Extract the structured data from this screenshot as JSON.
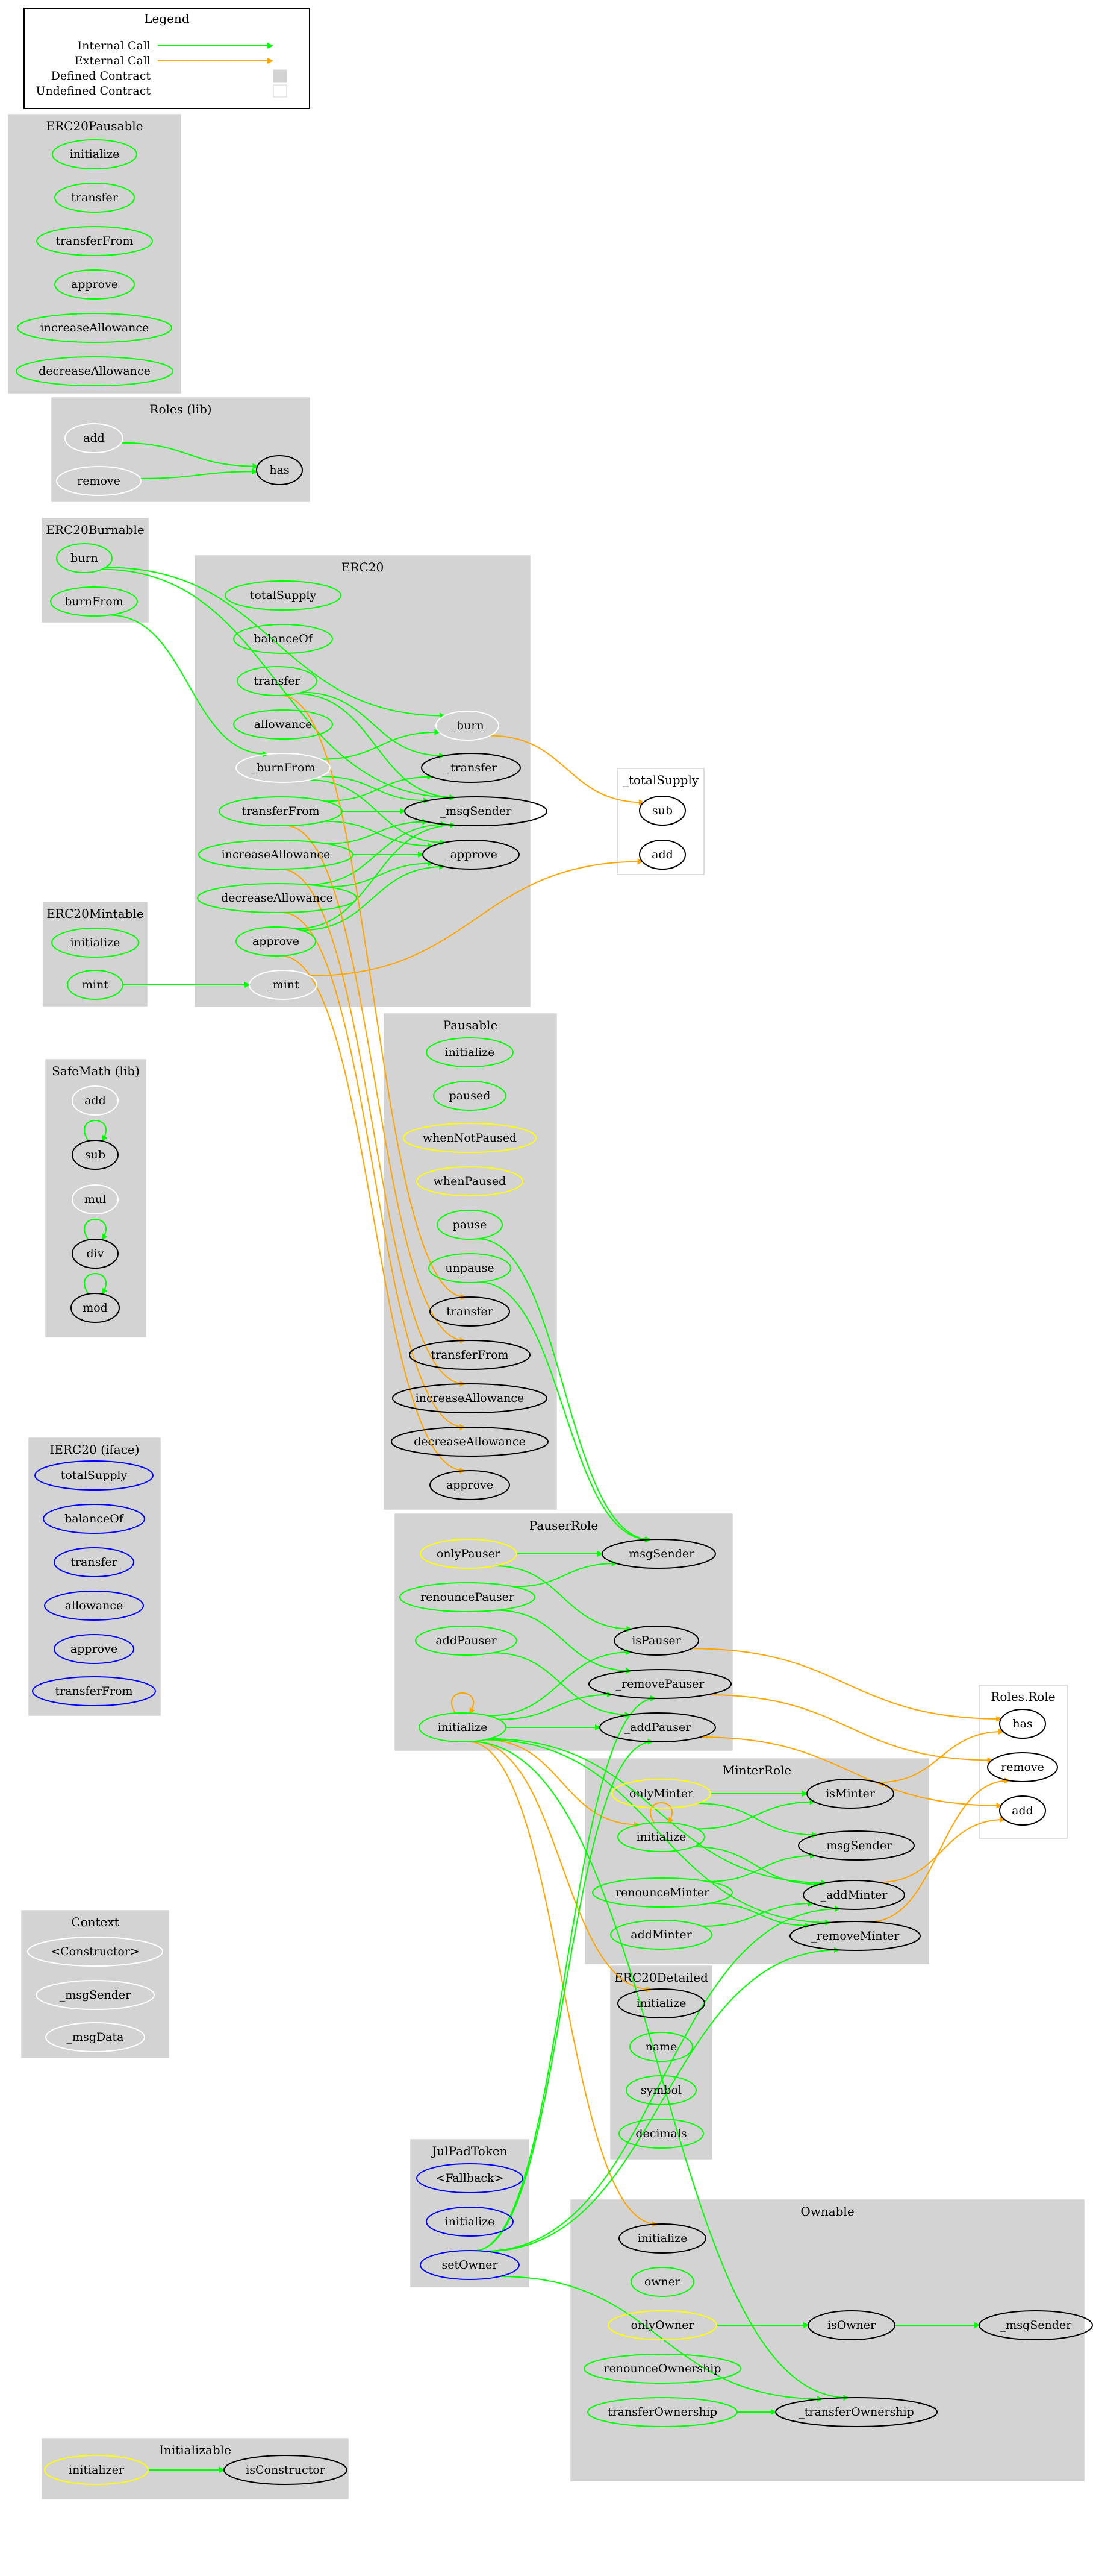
{
  "legend": {
    "title": "Legend",
    "items": [
      {
        "kind": "edge",
        "label": "Internal Call",
        "color": "#00ff00"
      },
      {
        "kind": "edge",
        "label": "External Call",
        "color": "#ffa500"
      },
      {
        "kind": "box",
        "label": "Defined Contract",
        "color": "#d3d3d3"
      },
      {
        "kind": "box",
        "label": "Undefined Contract",
        "color": "#ffffff"
      }
    ]
  },
  "colors": {
    "cluster_defined": "#d3d3d3",
    "cluster_undefined": "#ffffff",
    "node_public": "#00ff00",
    "node_modifier": "#ffff00",
    "node_internal": "#ffffff",
    "node_interface": "#0000ff",
    "node_external_ref": "#000000",
    "edge_internal": "#00ff00",
    "edge_external": "#ffa500"
  },
  "clusters": {
    "ERC20Pausable": {
      "title": "ERC20Pausable",
      "defined": true,
      "nodes": {
        "initialize": {
          "label": "initialize",
          "type": "public"
        },
        "transfer": {
          "label": "transfer",
          "type": "public"
        },
        "transferFrom": {
          "label": "transferFrom",
          "type": "public"
        },
        "approve": {
          "label": "approve",
          "type": "public"
        },
        "increaseAllowance": {
          "label": "increaseAllowance",
          "type": "public"
        },
        "decreaseAllowance": {
          "label": "decreaseAllowance",
          "type": "public"
        }
      }
    },
    "Roles": {
      "title": "Roles  (lib)",
      "defined": true,
      "nodes": {
        "add": {
          "label": "add",
          "type": "internal"
        },
        "remove": {
          "label": "remove",
          "type": "internal"
        },
        "has": {
          "label": "has",
          "type": "external_ref"
        }
      }
    },
    "ERC20Burnable": {
      "title": "ERC20Burnable",
      "defined": true,
      "nodes": {
        "burn": {
          "label": "burn",
          "type": "public"
        },
        "burnFrom": {
          "label": "burnFrom",
          "type": "public"
        }
      }
    },
    "ERC20": {
      "title": "ERC20",
      "defined": true,
      "nodes": {
        "totalSupply": {
          "label": "totalSupply",
          "type": "public"
        },
        "balanceOf": {
          "label": "balanceOf",
          "type": "public"
        },
        "transfer": {
          "label": "transfer",
          "type": "public"
        },
        "allowance": {
          "label": "allowance",
          "type": "public"
        },
        "_burn": {
          "label": "_burn",
          "type": "internal"
        },
        "_transfer": {
          "label": "_transfer",
          "type": "external_ref"
        },
        "_burnFrom": {
          "label": "_burnFrom",
          "type": "internal"
        },
        "transferFrom": {
          "label": "transferFrom",
          "type": "public"
        },
        "_msgSender": {
          "label": "_msgSender",
          "type": "external_ref"
        },
        "increaseAllowance": {
          "label": "increaseAllowance",
          "type": "public"
        },
        "_approve": {
          "label": "_approve",
          "type": "external_ref"
        },
        "decreaseAllowance": {
          "label": "decreaseAllowance",
          "type": "public"
        },
        "approve": {
          "label": "approve",
          "type": "public"
        },
        "_mint": {
          "label": "_mint",
          "type": "internal"
        }
      }
    },
    "_totalSupply": {
      "title": "_totalSupply",
      "defined": false,
      "nodes": {
        "sub": {
          "label": "sub",
          "type": "external_ref"
        },
        "add": {
          "label": "add",
          "type": "external_ref"
        }
      }
    },
    "ERC20Mintable": {
      "title": "ERC20Mintable",
      "defined": true,
      "nodes": {
        "initialize": {
          "label": "initialize",
          "type": "public"
        },
        "mint": {
          "label": "mint",
          "type": "public"
        }
      }
    },
    "Pausable": {
      "title": "Pausable",
      "defined": true,
      "nodes": {
        "initialize": {
          "label": "initialize",
          "type": "public"
        },
        "paused": {
          "label": "paused",
          "type": "public"
        },
        "whenNotPaused": {
          "label": "whenNotPaused",
          "type": "modifier"
        },
        "whenPaused": {
          "label": "whenPaused",
          "type": "modifier"
        },
        "pause": {
          "label": "pause",
          "type": "public"
        },
        "unpause": {
          "label": "unpause",
          "type": "public"
        },
        "transfer": {
          "label": "transfer",
          "type": "external_ref"
        },
        "transferFrom": {
          "label": "transferFrom",
          "type": "external_ref"
        },
        "increaseAllowance": {
          "label": "increaseAllowance",
          "type": "external_ref"
        },
        "decreaseAllowance": {
          "label": "decreaseAllowance",
          "type": "external_ref"
        },
        "approve": {
          "label": "approve",
          "type": "external_ref"
        }
      }
    },
    "SafeMath": {
      "title": "SafeMath  (lib)",
      "defined": true,
      "nodes": {
        "add": {
          "label": "add",
          "type": "internal"
        },
        "sub": {
          "label": "sub",
          "type": "external_ref"
        },
        "mul": {
          "label": "mul",
          "type": "internal"
        },
        "div": {
          "label": "div",
          "type": "external_ref"
        },
        "mod": {
          "label": "mod",
          "type": "external_ref"
        }
      }
    },
    "IERC20": {
      "title": "IERC20  (iface)",
      "defined": true,
      "nodes": {
        "totalSupply": {
          "label": "totalSupply",
          "type": "interface"
        },
        "balanceOf": {
          "label": "balanceOf",
          "type": "interface"
        },
        "transfer": {
          "label": "transfer",
          "type": "interface"
        },
        "allowance": {
          "label": "allowance",
          "type": "interface"
        },
        "approve": {
          "label": "approve",
          "type": "interface"
        },
        "transferFrom": {
          "label": "transferFrom",
          "type": "interface"
        }
      }
    },
    "PauserRole": {
      "title": "PauserRole",
      "defined": true,
      "nodes": {
        "onlyPauser": {
          "label": "onlyPauser",
          "type": "modifier"
        },
        "_msgSender": {
          "label": "_msgSender",
          "type": "external_ref"
        },
        "renouncePauser": {
          "label": "renouncePauser",
          "type": "public"
        },
        "isPauser": {
          "label": "isPauser",
          "type": "external_ref"
        },
        "addPauser": {
          "label": "addPauser",
          "type": "public"
        },
        "_removePauser": {
          "label": "_removePauser",
          "type": "external_ref"
        },
        "initialize": {
          "label": "initialize",
          "type": "public"
        },
        "_addPauser": {
          "label": "_addPauser",
          "type": "external_ref"
        }
      }
    },
    "RolesRole": {
      "title": "Roles.Role",
      "defined": false,
      "nodes": {
        "has": {
          "label": "has",
          "type": "external_ref"
        },
        "remove": {
          "label": "remove",
          "type": "external_ref"
        },
        "add": {
          "label": "add",
          "type": "external_ref"
        }
      }
    },
    "MinterRole": {
      "title": "MinterRole",
      "defined": true,
      "nodes": {
        "onlyMinter": {
          "label": "onlyMinter",
          "type": "modifier"
        },
        "isMinter": {
          "label": "isMinter",
          "type": "external_ref"
        },
        "initialize": {
          "label": "initialize",
          "type": "public"
        },
        "_msgSender": {
          "label": "_msgSender",
          "type": "external_ref"
        },
        "renounceMinter": {
          "label": "renounceMinter",
          "type": "public"
        },
        "_addMinter": {
          "label": "_addMinter",
          "type": "external_ref"
        },
        "addMinter": {
          "label": "addMinter",
          "type": "public"
        },
        "_removeMinter": {
          "label": "_removeMinter",
          "type": "external_ref"
        }
      }
    },
    "Context": {
      "title": "Context",
      "defined": true,
      "nodes": {
        "constructor": {
          "label": "<Constructor>",
          "type": "internal"
        },
        "_msgSender": {
          "label": "_msgSender",
          "type": "internal"
        },
        "_msgData": {
          "label": "_msgData",
          "type": "internal"
        }
      }
    },
    "ERC20Detailed": {
      "title": "ERC20Detailed",
      "defined": true,
      "nodes": {
        "initialize": {
          "label": "initialize",
          "type": "external_ref"
        },
        "name": {
          "label": "name",
          "type": "public"
        },
        "symbol": {
          "label": "symbol",
          "type": "public"
        },
        "decimals": {
          "label": "decimals",
          "type": "public"
        }
      }
    },
    "JulPadToken": {
      "title": "JulPadToken",
      "defined": true,
      "nodes": {
        "fallback": {
          "label": "<Fallback>",
          "type": "interface"
        },
        "initialize": {
          "label": "initialize",
          "type": "interface"
        },
        "setOwner": {
          "label": "setOwner",
          "type": "interface"
        }
      }
    },
    "Ownable": {
      "title": "Ownable",
      "defined": true,
      "nodes": {
        "initialize": {
          "label": "initialize",
          "type": "external_ref"
        },
        "owner": {
          "label": "owner",
          "type": "public"
        },
        "onlyOwner": {
          "label": "onlyOwner",
          "type": "modifier"
        },
        "isOwner": {
          "label": "isOwner",
          "type": "external_ref"
        },
        "_msgSender": {
          "label": "_msgSender",
          "type": "external_ref"
        },
        "renounceOwnership": {
          "label": "renounceOwnership",
          "type": "public"
        },
        "transferOwnership": {
          "label": "transferOwnership",
          "type": "public"
        },
        "_transferOwnership": {
          "label": "_transferOwnership",
          "type": "external_ref"
        }
      }
    },
    "Initializable": {
      "title": "Initializable",
      "defined": true,
      "nodes": {
        "initializer": {
          "label": "initializer",
          "type": "modifier"
        },
        "isConstructor": {
          "label": "isConstructor",
          "type": "external_ref"
        }
      }
    }
  },
  "edges": [
    {
      "from": "Roles.add",
      "to": "Roles.has",
      "kind": "internal"
    },
    {
      "from": "Roles.remove",
      "to": "Roles.has",
      "kind": "internal"
    },
    {
      "from": "ERC20Burnable.burn",
      "to": "ERC20._burn",
      "kind": "internal"
    },
    {
      "from": "ERC20Burnable.burn",
      "to": "ERC20._msgSender",
      "kind": "internal"
    },
    {
      "from": "ERC20Burnable.burnFrom",
      "to": "ERC20._burnFrom",
      "kind": "internal"
    },
    {
      "from": "ERC20.transfer",
      "to": "ERC20._transfer",
      "kind": "internal"
    },
    {
      "from": "ERC20.transfer",
      "to": "ERC20._msgSender",
      "kind": "internal"
    },
    {
      "from": "ERC20._burnFrom",
      "to": "ERC20._burn",
      "kind": "internal"
    },
    {
      "from": "ERC20._burnFrom",
      "to": "ERC20._approve",
      "kind": "internal"
    },
    {
      "from": "ERC20._burnFrom",
      "to": "ERC20._msgSender",
      "kind": "internal"
    },
    {
      "from": "ERC20.transferFrom",
      "to": "ERC20._transfer",
      "kind": "internal"
    },
    {
      "from": "ERC20.transferFrom",
      "to": "ERC20._approve",
      "kind": "internal"
    },
    {
      "from": "ERC20.transferFrom",
      "to": "ERC20._msgSender",
      "kind": "internal"
    },
    {
      "from": "ERC20.increaseAllowance",
      "to": "ERC20._approve",
      "kind": "internal"
    },
    {
      "from": "ERC20.increaseAllowance",
      "to": "ERC20._msgSender",
      "kind": "internal"
    },
    {
      "from": "ERC20.decreaseAllowance",
      "to": "ERC20._approve",
      "kind": "internal"
    },
    {
      "from": "ERC20.decreaseAllowance",
      "to": "ERC20._msgSender",
      "kind": "internal"
    },
    {
      "from": "ERC20.approve",
      "to": "ERC20._approve",
      "kind": "internal"
    },
    {
      "from": "ERC20.approve",
      "to": "ERC20._msgSender",
      "kind": "internal"
    },
    {
      "from": "ERC20._burn",
      "to": "_totalSupply.sub",
      "kind": "external"
    },
    {
      "from": "ERC20._mint",
      "to": "_totalSupply.add",
      "kind": "external"
    },
    {
      "from": "ERC20Mintable.mint",
      "to": "ERC20._mint",
      "kind": "internal"
    },
    {
      "from": "ERC20.transfer",
      "to": "Pausable.transfer",
      "kind": "external"
    },
    {
      "from": "ERC20.transferFrom",
      "to": "Pausable.transferFrom",
      "kind": "external"
    },
    {
      "from": "ERC20.increaseAllowance",
      "to": "Pausable.increaseAllowance",
      "kind": "external"
    },
    {
      "from": "ERC20.decreaseAllowance",
      "to": "Pausable.decreaseAllowance",
      "kind": "external"
    },
    {
      "from": "ERC20.approve",
      "to": "Pausable.approve",
      "kind": "external"
    },
    {
      "from": "Pausable.pause",
      "to": "PauserRole._msgSender",
      "kind": "internal"
    },
    {
      "from": "Pausable.unpause",
      "to": "PauserRole._msgSender",
      "kind": "internal"
    },
    {
      "from": "SafeMath.sub",
      "to": "SafeMath.sub",
      "kind": "internal"
    },
    {
      "from": "SafeMath.div",
      "to": "SafeMath.div",
      "kind": "internal"
    },
    {
      "from": "SafeMath.mod",
      "to": "SafeMath.mod",
      "kind": "internal"
    },
    {
      "from": "PauserRole.onlyPauser",
      "to": "PauserRole._msgSender",
      "kind": "internal"
    },
    {
      "from": "PauserRole.onlyPauser",
      "to": "PauserRole.isPauser",
      "kind": "internal"
    },
    {
      "from": "PauserRole.renouncePauser",
      "to": "PauserRole._msgSender",
      "kind": "internal"
    },
    {
      "from": "PauserRole.renouncePauser",
      "to": "PauserRole._removePauser",
      "kind": "internal"
    },
    {
      "from": "PauserRole.addPauser",
      "to": "PauserRole._addPauser",
      "kind": "internal"
    },
    {
      "from": "PauserRole.initialize",
      "to": "PauserRole.isPauser",
      "kind": "internal"
    },
    {
      "from": "PauserRole.initialize",
      "to": "PauserRole._addPauser",
      "kind": "internal"
    },
    {
      "from": "PauserRole.initialize",
      "to": "PauserRole._removePauser",
      "kind": "internal"
    },
    {
      "from": "PauserRole.initialize",
      "to": "PauserRole.initialize",
      "kind": "external"
    },
    {
      "from": "PauserRole.isPauser",
      "to": "RolesRole.has",
      "kind": "external"
    },
    {
      "from": "PauserRole._removePauser",
      "to": "RolesRole.remove",
      "kind": "external"
    },
    {
      "from": "PauserRole._addPauser",
      "to": "RolesRole.add",
      "kind": "external"
    },
    {
      "from": "PauserRole.initialize",
      "to": "MinterRole.initialize",
      "kind": "external"
    },
    {
      "from": "PauserRole.initialize",
      "to": "ERC20Detailed.initialize",
      "kind": "external"
    },
    {
      "from": "PauserRole.initialize",
      "to": "Ownable.initialize",
      "kind": "external"
    },
    {
      "from": "PauserRole.initialize",
      "to": "MinterRole._addMinter",
      "kind": "internal"
    },
    {
      "from": "PauserRole.initialize",
      "to": "MinterRole._removeMinter",
      "kind": "internal"
    },
    {
      "from": "PauserRole.initialize",
      "to": "Ownable._transferOwnership",
      "kind": "internal"
    },
    {
      "from": "MinterRole.onlyMinter",
      "to": "MinterRole.isMinter",
      "kind": "internal"
    },
    {
      "from": "MinterRole.onlyMinter",
      "to": "MinterRole._msgSender",
      "kind": "internal"
    },
    {
      "from": "MinterRole.initialize",
      "to": "MinterRole.isMinter",
      "kind": "internal"
    },
    {
      "from": "MinterRole.initialize",
      "to": "MinterRole._addMinter",
      "kind": "internal"
    },
    {
      "from": "MinterRole.initialize",
      "to": "MinterRole.initialize",
      "kind": "external"
    },
    {
      "from": "MinterRole.renounceMinter",
      "to": "MinterRole._msgSender",
      "kind": "internal"
    },
    {
      "from": "MinterRole.renounceMinter",
      "to": "MinterRole._removeMinter",
      "kind": "internal"
    },
    {
      "from": "MinterRole.addMinter",
      "to": "MinterRole._addMinter",
      "kind": "internal"
    },
    {
      "from": "MinterRole.isMinter",
      "to": "RolesRole.has",
      "kind": "external"
    },
    {
      "from": "MinterRole._addMinter",
      "to": "RolesRole.add",
      "kind": "external"
    },
    {
      "from": "MinterRole._removeMinter",
      "to": "RolesRole.remove",
      "kind": "external"
    },
    {
      "from": "JulPadToken.setOwner",
      "to": "PauserRole._addPauser",
      "kind": "internal"
    },
    {
      "from": "JulPadToken.setOwner",
      "to": "PauserRole._removePauser",
      "kind": "internal"
    },
    {
      "from": "JulPadToken.setOwner",
      "to": "MinterRole._addMinter",
      "kind": "internal"
    },
    {
      "from": "JulPadToken.setOwner",
      "to": "MinterRole._removeMinter",
      "kind": "internal"
    },
    {
      "from": "JulPadToken.setOwner",
      "to": "Ownable._transferOwnership",
      "kind": "internal"
    },
    {
      "from": "Ownable.onlyOwner",
      "to": "Ownable.isOwner",
      "kind": "internal"
    },
    {
      "from": "Ownable.isOwner",
      "to": "Ownable._msgSender",
      "kind": "internal"
    },
    {
      "from": "Ownable.transferOwnership",
      "to": "Ownable._transferOwnership",
      "kind": "internal"
    },
    {
      "from": "Initializable.initializer",
      "to": "Initializable.isConstructor",
      "kind": "internal"
    }
  ]
}
